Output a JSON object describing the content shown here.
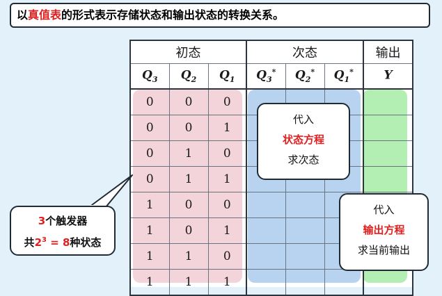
{
  "title": {
    "prefix": "以",
    "highlight": "真值表",
    "suffix": "的形式表示存储状态和输出状态的转换关系。"
  },
  "table": {
    "group_headers": [
      "初态",
      "次态",
      "输出"
    ],
    "columns": [
      {
        "var": "Q",
        "sub": "3",
        "sup": ""
      },
      {
        "var": "Q",
        "sub": "2",
        "sup": ""
      },
      {
        "var": "Q",
        "sub": "1",
        "sup": ""
      },
      {
        "var": "Q",
        "sub": "3",
        "sup": "*"
      },
      {
        "var": "Q",
        "sub": "2",
        "sup": "*"
      },
      {
        "var": "Q",
        "sub": "1",
        "sup": "*"
      },
      {
        "var": "Y",
        "sub": "",
        "sup": ""
      }
    ],
    "rows": [
      [
        "0",
        "0",
        "0"
      ],
      [
        "0",
        "0",
        "1"
      ],
      [
        "0",
        "1",
        "0"
      ],
      [
        "0",
        "1",
        "1"
      ],
      [
        "1",
        "0",
        "0"
      ],
      [
        "1",
        "0",
        "1"
      ],
      [
        "1",
        "1",
        "0"
      ],
      [
        "1",
        "1",
        "1"
      ]
    ]
  },
  "callouts": {
    "state": {
      "line1": "代入",
      "line2": "状态方程",
      "line3": "求次态"
    },
    "output": {
      "line1": "代入",
      "line2": "输出方程",
      "line3": "求当前输出"
    },
    "flipflops": {
      "count": "3",
      "count_suffix": "个触发器",
      "prefix": "共",
      "base": "2",
      "exp": "3",
      "eq": " = ",
      "total": "8",
      "suffix": "种状态"
    }
  },
  "colors": {
    "red": "#e02020",
    "pink_highlight": "#f2d4da",
    "blue_highlight": "#b7d3f0",
    "green_highlight": "#b3eeb3",
    "background": "#e3f1fb"
  }
}
